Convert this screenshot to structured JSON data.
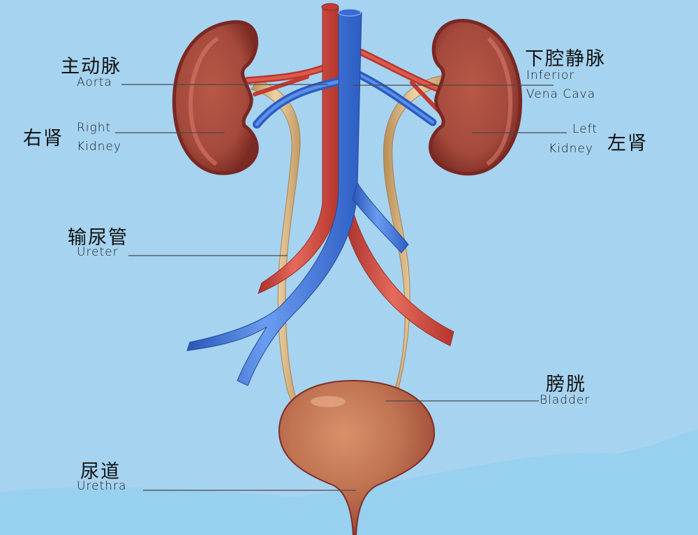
{
  "diagram": {
    "subject": "Urinary system",
    "colors": {
      "background": "#a6d3f0",
      "background_lower": "#98d0ef",
      "aorta": "#d2463c",
      "vena_cava": "#3d73d8",
      "kidney": "#a9483b",
      "kidney_outline": "#7e2a24",
      "ureter": "#d4b07e",
      "bladder": "#c77a55",
      "leader_line": "#4a4a4a"
    },
    "labels": {
      "aorta": {
        "zh": "主动脉",
        "en": "Aorta"
      },
      "right_kidney": {
        "zh": "右肾",
        "en_line1": "Right",
        "en_line2": "Kidney"
      },
      "ivc": {
        "zh": "下腔静脉",
        "en_line1": "Inferior",
        "en_line2": "Vena Cava"
      },
      "left_kidney": {
        "zh": "左肾",
        "en_line1": "Left",
        "en_line2": "Kidney"
      },
      "ureter": {
        "zh": "输尿管",
        "en": "Ureter"
      },
      "bladder": {
        "zh": "膀胱",
        "en": "Bladder"
      },
      "urethra": {
        "zh": "尿道",
        "en": "Urethra"
      }
    }
  }
}
